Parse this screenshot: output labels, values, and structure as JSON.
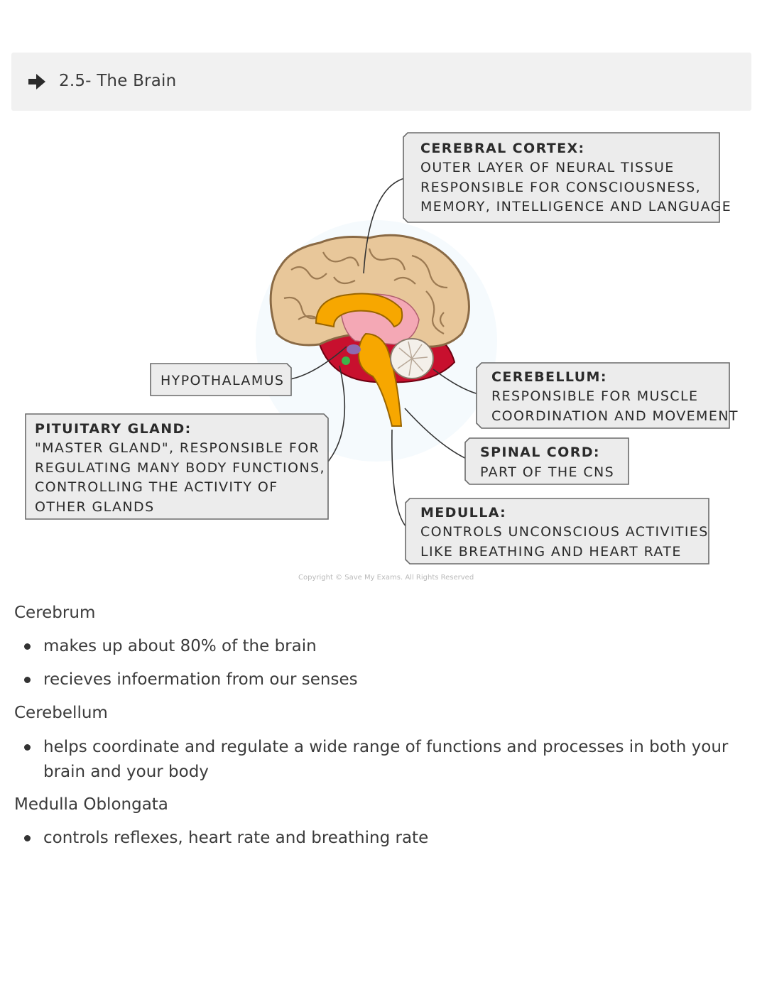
{
  "header": {
    "icon": "arrow-right-icon",
    "title": "2.5- The Brain"
  },
  "diagram": {
    "labels": {
      "cerebral_cortex": {
        "heading": "CEREBRAL  CORTEX:",
        "lines": [
          "OUTER  LAYER  OF  NEURAL  TISSUE",
          "RESPONSIBLE  FOR  CONSCIOUSNESS,",
          "MEMORY,  INTELLIGENCE  AND  LANGUAGE"
        ]
      },
      "hypothalamus": {
        "heading": "HYPOTHALAMUS"
      },
      "pituitary_gland": {
        "heading": "PITUITARY  GLAND:",
        "lines": [
          "\"MASTER  GLAND\",  RESPONSIBLE  FOR",
          "REGULATING  MANY  BODY  FUNCTIONS,",
          "CONTROLLING  THE  ACTIVITY  OF",
          "OTHER  GLANDS"
        ]
      },
      "cerebellum": {
        "heading": "CEREBELLUM:",
        "lines": [
          "RESPONSIBLE  FOR  MUSCLE",
          "COORDINATION  AND  MOVEMENT"
        ]
      },
      "spinal_cord": {
        "heading": "SPINAL  CORD:",
        "lines": [
          "PART  OF  THE  CNS"
        ]
      },
      "medulla": {
        "heading": "MEDULLA:",
        "lines": [
          "CONTROLS  UNCONSCIOUS  ACTIVITIES",
          "LIKE  BREATHING  AND  HEART  RATE"
        ]
      }
    },
    "copyright": "Copyright © Save My Exams. All Rights Reserved",
    "colors": {
      "cortex": "#e8c79a",
      "cortex_outline": "#8a6a45",
      "corpus": "#f7a700",
      "inner": "#f4a8b5",
      "cerebellum_base": "#c8102e",
      "box_fill": "#ececec",
      "box_stroke": "#6b6b6b"
    }
  },
  "notes": [
    {
      "heading": "Cerebrum",
      "bullets": [
        "makes up about 80% of the brain",
        "recieves infoermation from our senses"
      ]
    },
    {
      "heading": "Cerebellum",
      "bullets": [
        "helps coordinate and regulate a wide range of functions and processes in both your brain and your body"
      ]
    },
    {
      "heading": "Medulla Oblongata",
      "bullets": [
        "controls reflexes, heart rate and breathing rate"
      ]
    }
  ]
}
